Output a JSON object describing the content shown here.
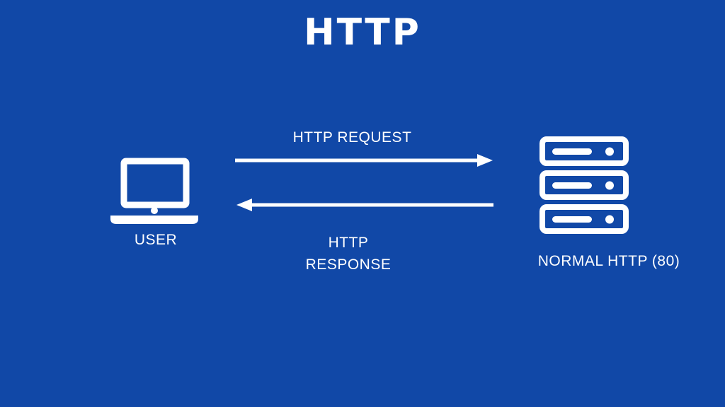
{
  "canvas": {
    "background": "#1148A7",
    "text_color": "#FFFFFF",
    "icon_color": "#FFFFFF",
    "arrow_color": "#FFFFFF"
  },
  "title": "HTTP",
  "nodes": {
    "user": {
      "label": "USER",
      "icon": "laptop-icon"
    },
    "server": {
      "label": "NORMAL HTTP (80)",
      "icon": "server-icon"
    }
  },
  "arrows": {
    "request": {
      "label": "HTTP REQUEST",
      "direction": "left-to-right"
    },
    "response": {
      "label_line1": "HTTP",
      "label_line2": "RESPONSE",
      "direction": "right-to-left"
    }
  }
}
